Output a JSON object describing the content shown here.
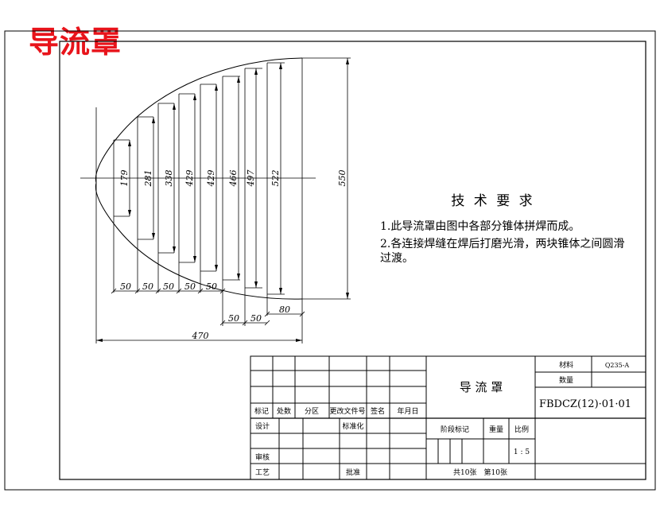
{
  "header": {
    "title": "导流罩"
  },
  "drawing": {
    "diameters": [
      "179",
      "281",
      "338",
      "429",
      "429",
      "466",
      "497",
      "522",
      "550"
    ],
    "bottom_dims": [
      "50",
      "50",
      "50",
      "50",
      "50"
    ],
    "lower_dims": [
      "50",
      "50",
      "80"
    ],
    "overall_length": "470"
  },
  "requirements": {
    "heading": "技 术 要 求",
    "items": [
      "1.此导流罩由图中各部分锥体拼焊而成。",
      "2.各连接焊缝在焊后打磨光滑，两块锥体之间圆滑过渡。"
    ]
  },
  "title_block": {
    "part_name": "导 流 罩",
    "drawing_no": "FBDCZ(12)·01·01",
    "material_label": "材料",
    "material": "Q235-A",
    "qty_label": "数量",
    "rev_headers": [
      "标记",
      "处数",
      "分区",
      "更改文件号",
      "签名",
      "年月日"
    ],
    "design": "设计",
    "standard": "标准化",
    "stage_mark": "阶段标记",
    "weight": "重量",
    "scale_label": "比例",
    "scale": "1 : 5",
    "review": "审核",
    "process": "工艺",
    "approve": "批准",
    "sheets": "共10张　第10张"
  },
  "colors": {
    "title_red": "#e8141b",
    "line": "#000000"
  }
}
